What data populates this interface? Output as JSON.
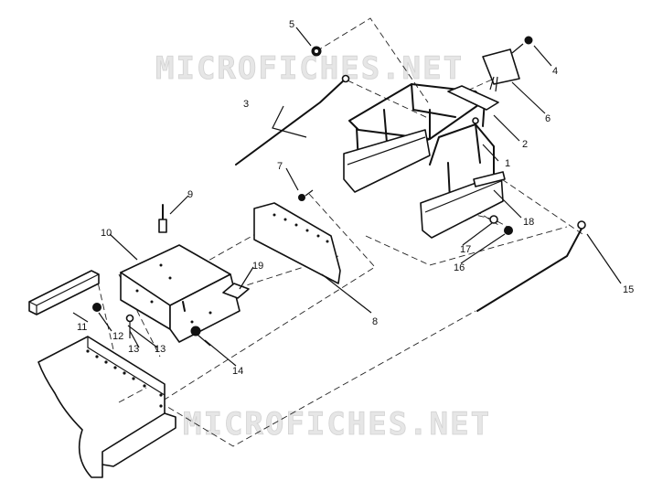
{
  "watermark": {
    "top": "MICROFICHES.NET",
    "bottom": "MICROFICHES.NET"
  },
  "callouts": [
    "1",
    "2",
    "3",
    "4",
    "5",
    "6",
    "7",
    "8",
    "9",
    "10",
    "11",
    "12",
    "13",
    "13",
    "14",
    "15",
    "16",
    "17",
    "18",
    "19"
  ]
}
